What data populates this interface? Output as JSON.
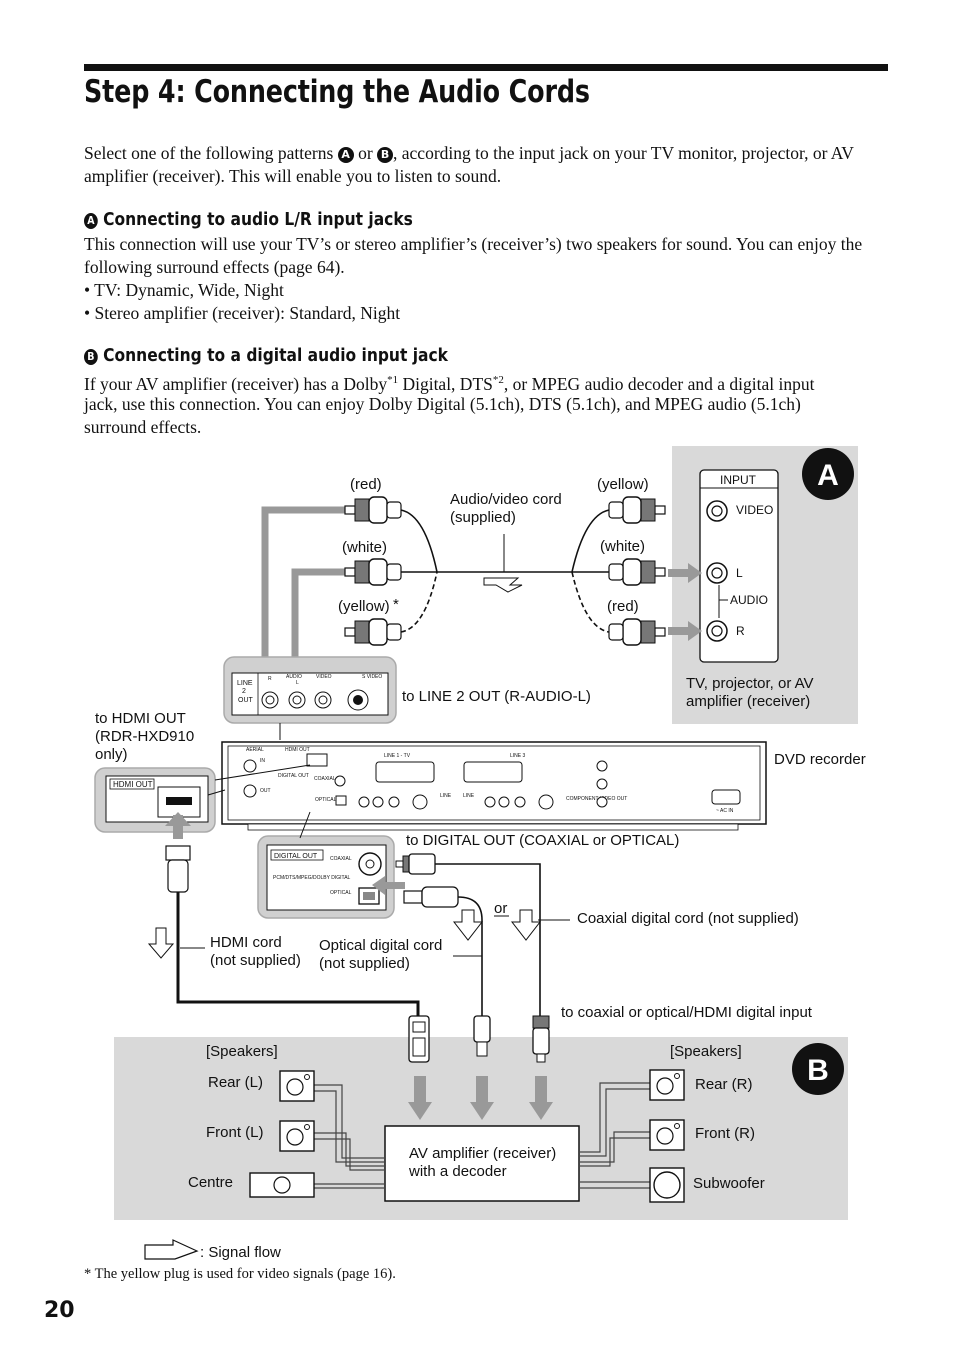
{
  "page": {
    "title": "Step 4: Connecting the Audio Cords",
    "number": "20"
  },
  "intro": {
    "before": "Select one of the following patterns",
    "or": "or",
    "after": ", according to the input jack on your TV monitor, projector, or AV amplifier (receiver). This will enable you to listen to sound."
  },
  "badges": {
    "a": "A",
    "b": "B"
  },
  "section_a": {
    "heading": "Connecting to audio L/R input jacks",
    "body": "This connection will use your TV’s or stereo amplifier’s (receiver’s) two speakers for sound. You can enjoy the following surround effects (page 64).",
    "bullets": [
      "• TV: Dynamic, Wide, Night",
      "• Stereo amplifier (receiver): Standard, Night"
    ]
  },
  "section_b": {
    "heading": "Connecting to a digital audio input jack",
    "line1_pre": "If your AV amplifier (receiver) has a Dolby",
    "sup1": "*1",
    "line1_mid": " Digital, DTS",
    "sup2": "*2",
    "line1_post": ", or MPEG audio decoder and a digital input",
    "line2": "jack, use this connection. You can enjoy Dolby Digital (5.1ch), DTS (5.1ch), and MPEG audio (5.1ch)",
    "line3": "surround effects."
  },
  "diagram": {
    "panel_a_badge": "A",
    "panel_b_badge": "B",
    "plugs_left": {
      "red": "(red)",
      "white": "(white)",
      "yellow": "(yellow)",
      "yellow_mark": "*"
    },
    "plugs_right": {
      "yellow": "(yellow)",
      "white": "(white)",
      "red": "(red)"
    },
    "cord_label": [
      "Audio/video cord",
      "(supplied)"
    ],
    "tv_input": {
      "title": "INPUT",
      "video": "VIDEO",
      "l": "L",
      "audio": "AUDIO",
      "r": "R"
    },
    "tv_caption": [
      "TV, projector, or AV",
      "amplifier (receiver)"
    ],
    "to_line2": "to LINE 2 OUT (R-AUDIO-L)",
    "to_hdmi": [
      "to HDMI OUT",
      "(RDR-HXD910",
      "only)"
    ],
    "dvd_recorder": "DVD recorder",
    "to_digital": "to DIGITAL OUT (COAXIAL or OPTICAL)",
    "or": "or",
    "coaxial_cord": "Coaxial digital cord (not supplied)",
    "hdmi_cord": [
      "HDMI cord",
      "(not supplied)"
    ],
    "optical_cord": [
      "Optical digital cord",
      "(not supplied)"
    ],
    "to_digital_input": "to coaxial or optical/HDMI digital input",
    "speakers_left": "[Speakers]",
    "speakers_right": "[Speakers]",
    "rear_l": "Rear (L)",
    "front_l": "Front (L)",
    "centre": "Centre",
    "rear_r": "Rear (R)",
    "front_r": "Front (R)",
    "subwoofer": "Subwoofer",
    "amp": [
      "AV amplifier (receiver)",
      "with a decoder"
    ],
    "signal_flow": ": Signal flow",
    "panel_labels": {
      "line2": "LINE",
      "line2_num": "2",
      "line2_out": "OUT",
      "r": "R",
      "audio": "AUDIO",
      "l": "L",
      "video": "VIDEO",
      "svideo": "S VIDEO",
      "hdmi_out": "HDMI OUT",
      "digital_out": "DIGITAL OUT",
      "coaxial": "COAXIAL",
      "pcm": "PCM/DTS/MPEG/DOLBY DIGITAL",
      "optical": "OPTICAL",
      "aerial": "AERIAL",
      "in": "IN",
      "out": "OUT",
      "line1_tv": "LINE 1 - TV",
      "line3": "LINE 3",
      "component": "COMPONENT VIDEO OUT",
      "ac_in": "~ AC IN"
    }
  },
  "footnote": "* The yellow plug is used for video signals (page 16)."
}
